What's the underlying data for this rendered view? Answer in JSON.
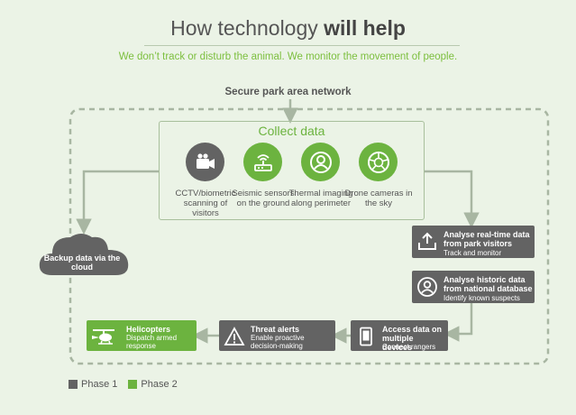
{
  "title": {
    "normal": "How technology ",
    "bold": "will help"
  },
  "subtitle": "We don’t track or disturb the animal. We monitor the movement of people.",
  "network_label": "Secure park area network",
  "collect": {
    "title": "Collect data",
    "items": [
      {
        "icon": "video-camera-icon",
        "label": "CCTV/biometric scanning of visitors",
        "color": "#636363"
      },
      {
        "icon": "seismic-sensor-icon",
        "label": "Seismic sensors on the ground",
        "color": "#6cb33f"
      },
      {
        "icon": "thermal-camera-icon",
        "label": "Thermal imaging along perimeter",
        "color": "#6cb33f"
      },
      {
        "icon": "drone-camera-icon",
        "label": "Drone cameras in the sky",
        "color": "#6cb33f"
      }
    ]
  },
  "backup": {
    "label": "Backup data via the cloud",
    "icon": "cloud-icon"
  },
  "steps": {
    "realtime": {
      "title": "Analyse real-time data from park visitors",
      "sub": "Track and monitor",
      "icon": "upload-tray-icon"
    },
    "historic": {
      "title": "Analyse historic data from national database",
      "sub": "Identify known suspects",
      "icon": "person-icon"
    },
    "devices": {
      "title": "Access data on multiple devices",
      "sub": "Connect rangers",
      "icon": "tablet-icon"
    },
    "threat": {
      "title": "Threat alerts",
      "sub": "Enable proactive decision-making",
      "icon": "warning-icon"
    },
    "helicopters": {
      "title": "Helicopters",
      "sub": "Dispatch armed response",
      "icon": "helicopter-icon"
    }
  },
  "legend": [
    {
      "label": "Phase 1",
      "color": "#636363"
    },
    {
      "label": "Phase 2",
      "color": "#6cb33f"
    }
  ]
}
